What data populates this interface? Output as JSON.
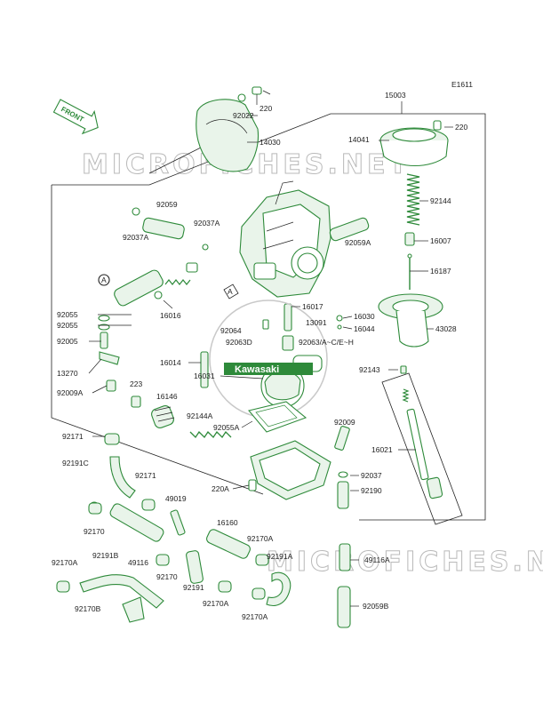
{
  "diagram_code": "E1611",
  "front_label": "FRONT",
  "watermark": "MICROFICHES.NET",
  "logo_text": "Kawasaki",
  "callouts": [
    "A",
    "A"
  ],
  "labels": [
    "15003",
    "14041",
    "220",
    "92144",
    "16007",
    "16187",
    "43028",
    "92143",
    "16021",
    "92022",
    "220",
    "14030",
    "92059",
    "92037A",
    "92037A",
    "92059A",
    "16016",
    "16017",
    "13091",
    "16030",
    "16044",
    "92064",
    "92063D",
    "92063/A~C/E~H",
    "92055",
    "92055",
    "92005",
    "13270",
    "92009A",
    "223",
    "16014",
    "16031",
    "16146",
    "92144A",
    "92055A",
    "92009",
    "92037",
    "92190",
    "92171",
    "92191C",
    "92171",
    "49019",
    "220A",
    "92170",
    "92191B",
    "49116",
    "92170",
    "16160",
    "92170A",
    "92191A",
    "49116A",
    "92170A",
    "92191",
    "92170A",
    "92170B",
    "92170A",
    "92059B"
  ],
  "colors": {
    "part_stroke": "#2e8a3a",
    "part_fill": "#e9f4ea",
    "watermark": "#b9b9b9",
    "text": "#222222"
  }
}
